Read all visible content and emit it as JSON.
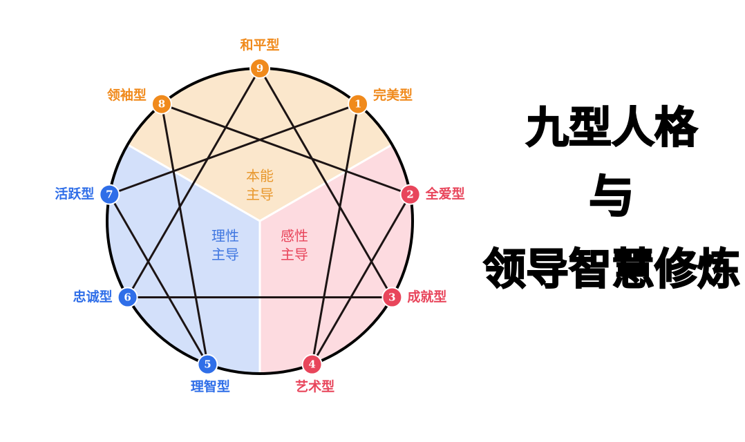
{
  "colors": {
    "instinct": "#f08a1c",
    "feeling": "#e8455b",
    "thinking": "#2f6ee8",
    "instinct_fill": "#fbe7cc",
    "feeling_fill": "#fddbe0",
    "thinking_fill": "#d3e0fa",
    "line": "#1c1414"
  },
  "centers": [
    {
      "label_top": "本能",
      "label_bottom": "主导",
      "color": "#e8982e"
    },
    {
      "label_top": "感性",
      "label_bottom": "主导",
      "color": "#e8455b"
    },
    {
      "label_top": "理性",
      "label_bottom": "主导",
      "color": "#3f76e0"
    }
  ],
  "types": [
    {
      "num": "1",
      "name": "完美型",
      "group": "instinct"
    },
    {
      "num": "2",
      "name": "全爱型",
      "group": "feeling"
    },
    {
      "num": "3",
      "name": "成就型",
      "group": "feeling"
    },
    {
      "num": "4",
      "name": "艺术型",
      "group": "feeling"
    },
    {
      "num": "5",
      "name": "理智型",
      "group": "thinking"
    },
    {
      "num": "6",
      "name": "忠诚型",
      "group": "thinking"
    },
    {
      "num": "7",
      "name": "活跃型",
      "group": "thinking"
    },
    {
      "num": "8",
      "name": "领袖型",
      "group": "instinct"
    },
    {
      "num": "9",
      "name": "和平型",
      "group": "instinct"
    }
  ],
  "connections": [
    [
      "1",
      "4"
    ],
    [
      "4",
      "2"
    ],
    [
      "2",
      "8"
    ],
    [
      "8",
      "5"
    ],
    [
      "5",
      "7"
    ],
    [
      "7",
      "1"
    ],
    [
      "9",
      "3"
    ],
    [
      "3",
      "6"
    ],
    [
      "6",
      "9"
    ]
  ],
  "title": {
    "line1": "九型人格",
    "line2": "与",
    "line3": "领导智慧修炼"
  }
}
